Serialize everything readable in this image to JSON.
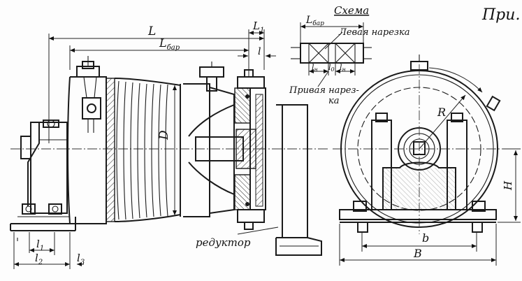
{
  "title_fragment": "При.",
  "labels": {
    "L": "L",
    "L1": "L",
    "L1_sub": "1",
    "Lbar": "L",
    "Lbar_sub": "бар",
    "l": "l",
    "D": "D",
    "R": "R",
    "H": "H",
    "b": "b",
    "B": "B",
    "l1": "l",
    "l1_sub": "1",
    "l2": "l",
    "l2_sub": "2",
    "l3": "l",
    "l3_sub": "3",
    "reduktor": "редуктор"
  },
  "scheme": {
    "title": "Схема",
    "Lbar": "L",
    "Lbar_sub": "бар",
    "left_thread": "Левая нарезка",
    "right_thread_1": "Привая нарез-",
    "right_thread_2": "ка",
    "ln_left": "l",
    "ln_left_sub": "н",
    "l0": "l",
    "l0_sub": "0",
    "ln_right": "l",
    "ln_right_sub": "н"
  }
}
